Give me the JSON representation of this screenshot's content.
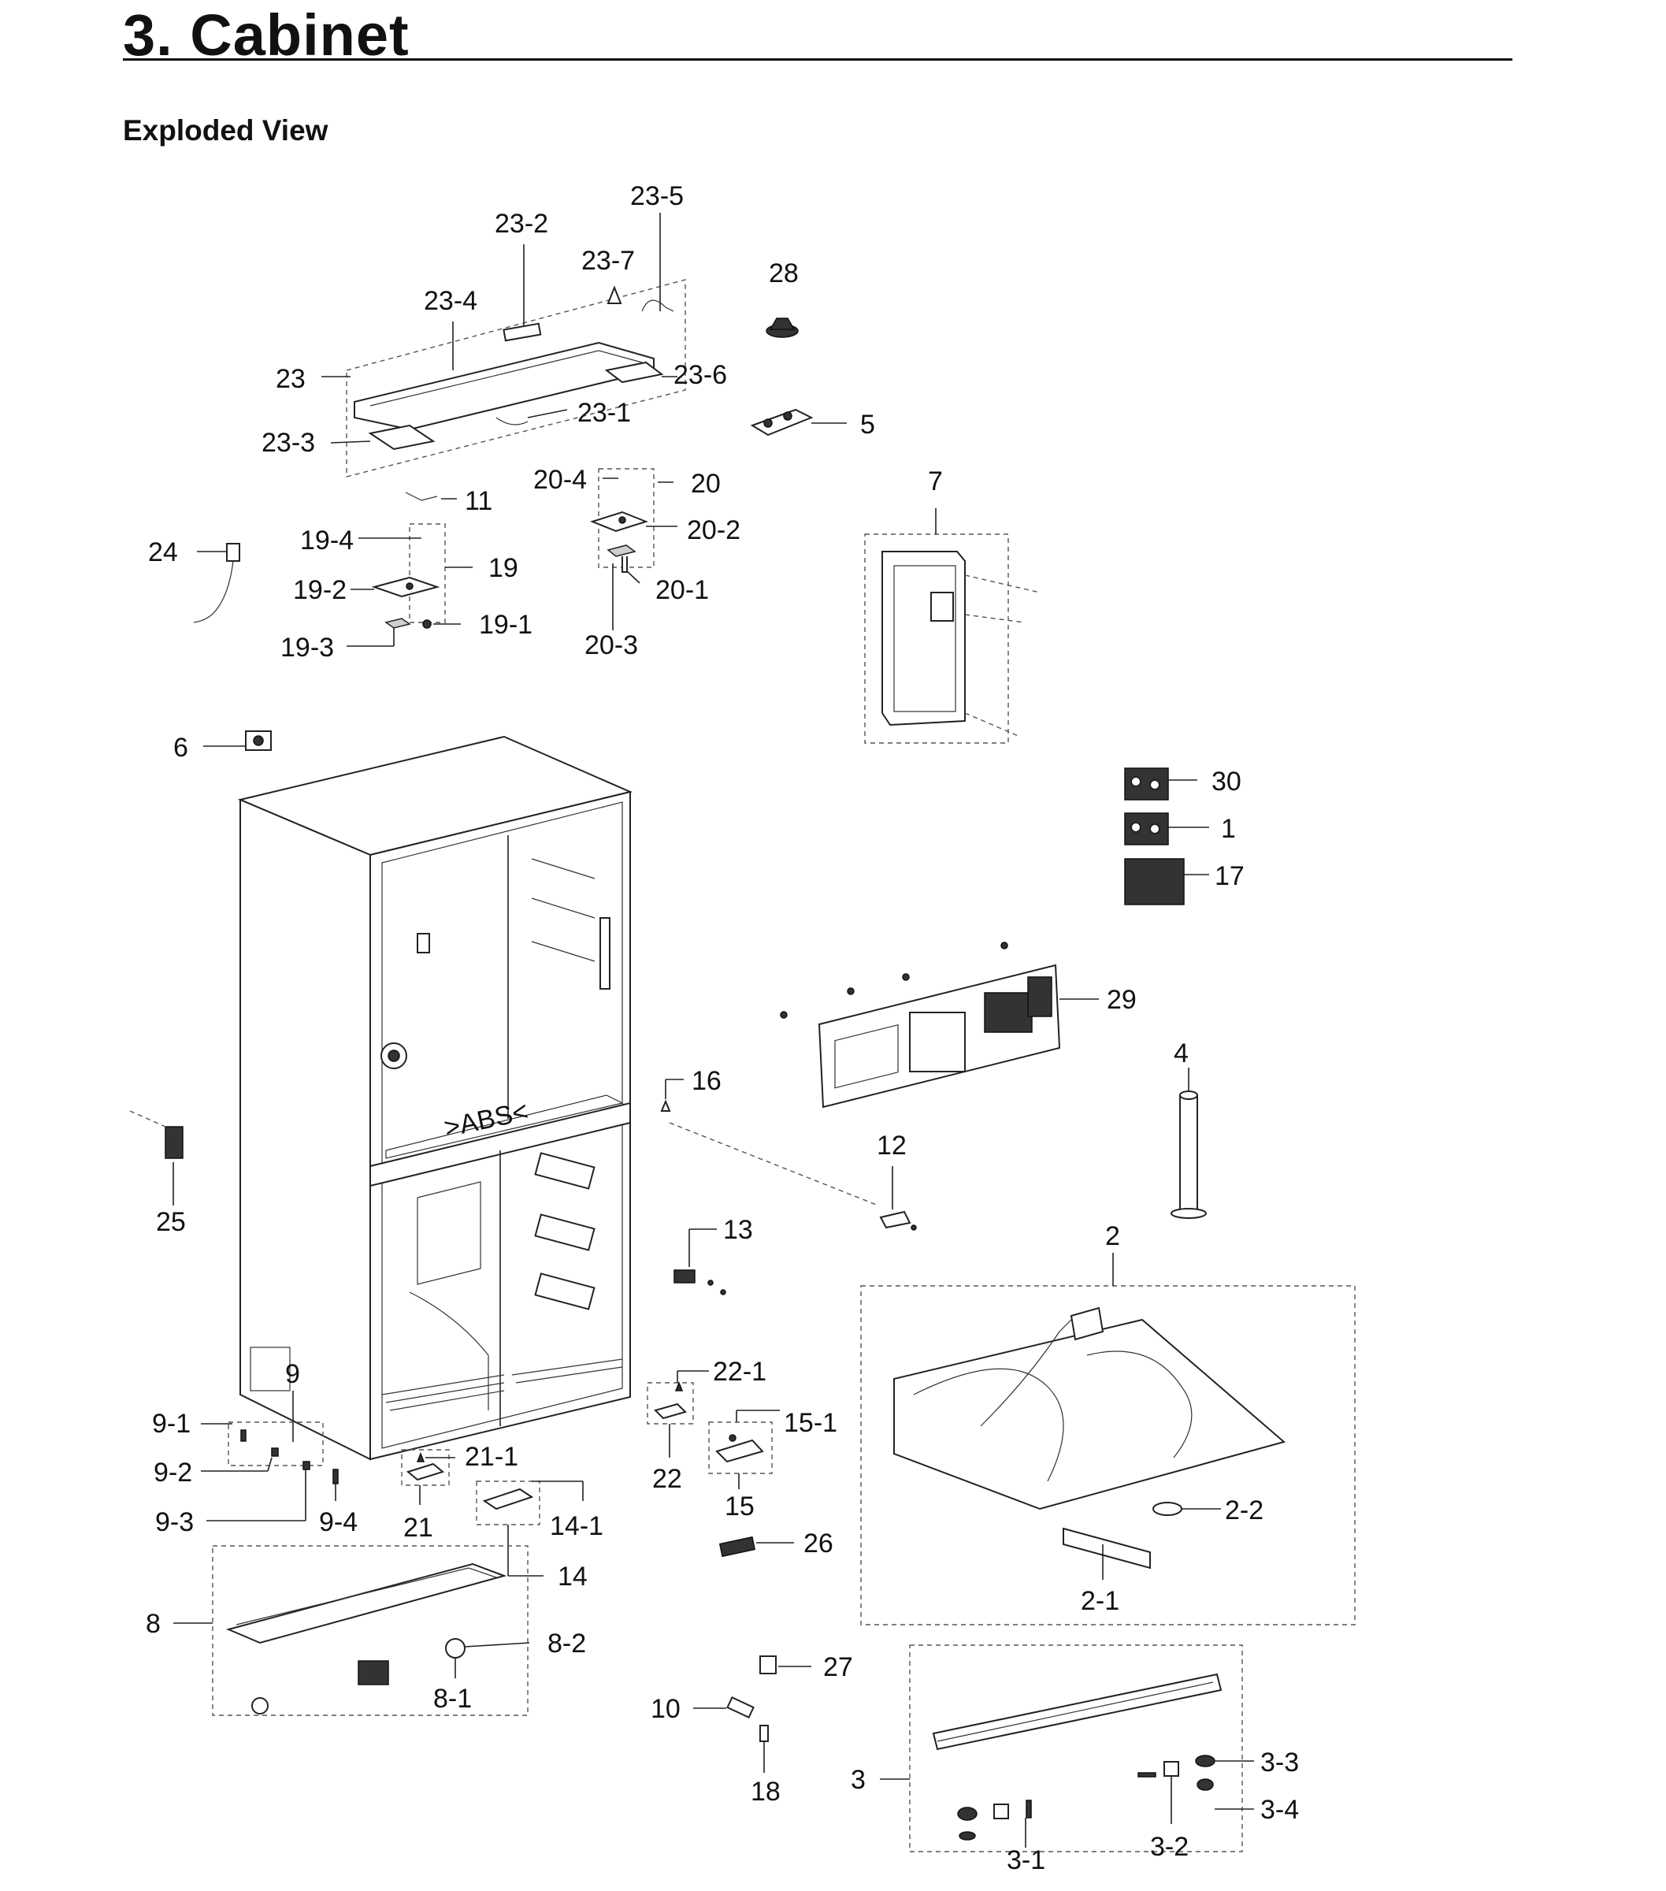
{
  "page": {
    "title": "3.  Cabinet",
    "subtitle": "Exploded View"
  },
  "callouts": [
    "23-5",
    "23-2",
    "23-7",
    "28",
    "23-4",
    "23",
    "23-6",
    "23-1",
    "23-3",
    "5",
    "20-4",
    "20",
    "11",
    "20-2",
    "19-4",
    "24",
    "19",
    "19-2",
    "20-1",
    "19-1",
    "19-3",
    "20-3",
    "7",
    "6",
    "30",
    "1",
    "17",
    "29",
    "16",
    "4",
    "25",
    "12",
    "13",
    "2",
    "22-1",
    "9",
    "9-1",
    "15-1",
    "21-1",
    "9-2",
    "22",
    "15",
    "9-3",
    "9-4",
    "21",
    "14-1",
    "26",
    "2-2",
    "14",
    "2-1",
    "8",
    "8-2",
    "27",
    "8-1",
    "10",
    "3",
    "3-3",
    "18",
    "3-4",
    "3-1",
    "3-2"
  ],
  "diagram_text": {
    "abs_marking": ">ABS<"
  }
}
